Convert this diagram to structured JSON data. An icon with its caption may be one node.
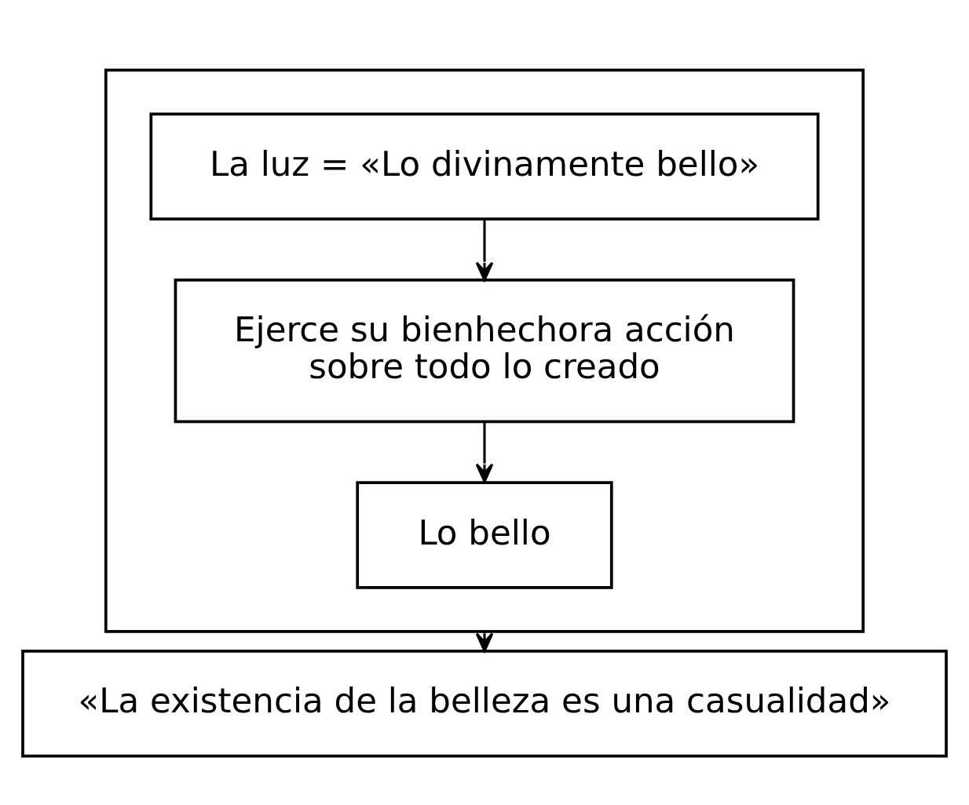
{
  "diagram": {
    "nodes": [
      {
        "text": [],
        "shape": "box"
      },
      {
        "text": [
          "La luz = «Lo divinamente bello»"
        ],
        "in": 0
      },
      {
        "text": [
          "Ejerce su bienhechora acción sobre todo lo creado"
        ],
        "in": 0
      },
      {
        "text": [
          "Lo bello"
        ],
        "in": 0
      },
      {
        "text": [
          "«La existencia de la belleza es una casualidad»"
        ]
      }
    ],
    "edges": [
      {
        "from": 1,
        "to": 2,
        "arrow": "to"
      },
      {
        "from": 2,
        "to": 3,
        "arrow": "to"
      },
      {
        "from": 0,
        "to": 4,
        "arrow": "to"
      }
    ]
  }
}
